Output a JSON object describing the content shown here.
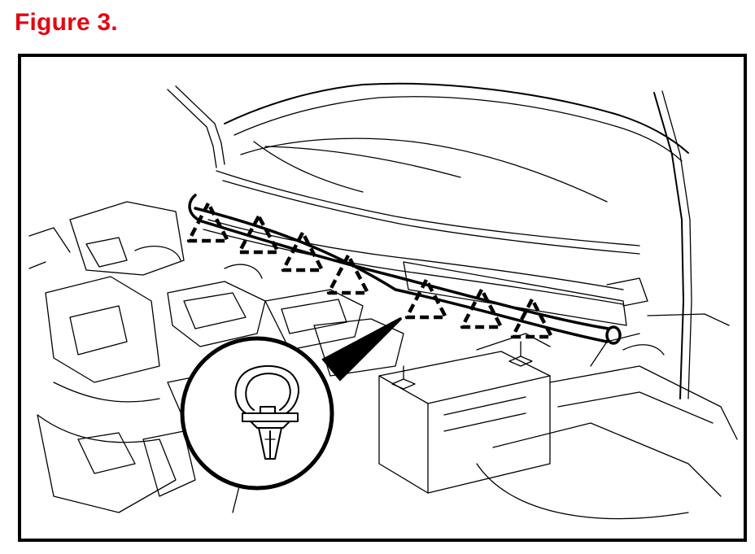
{
  "figure": {
    "title": "Figure 3.",
    "title_color": "#e30613"
  },
  "clips": {
    "count_shown": 7,
    "marker_shape": "dashed-triangle"
  },
  "detail_inset": {
    "shape": "circle",
    "depicts": "clip-detail"
  }
}
